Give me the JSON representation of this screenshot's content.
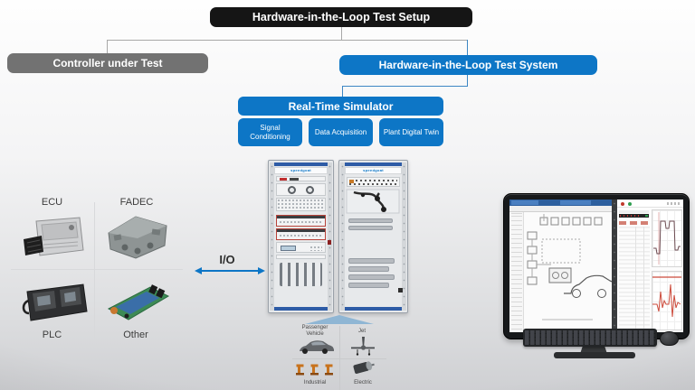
{
  "diagram": {
    "root_label": "Hardware-in-the-Loop Test Setup",
    "controller_label": "Controller under Test",
    "system_label": "Hardware-in-the-Loop Test System",
    "simulator_label": "Real-Time Simulator",
    "components": [
      {
        "label": "Signal Conditioning"
      },
      {
        "label": "Data Acquisition"
      },
      {
        "label": "Plant Digital Twin"
      }
    ]
  },
  "controllers": {
    "items": [
      {
        "label": "ECU"
      },
      {
        "label": "FADEC"
      },
      {
        "label": "PLC"
      },
      {
        "label": "Other"
      }
    ]
  },
  "io": {
    "label": "I/O"
  },
  "racks": {
    "brand": "speedgoat"
  },
  "applications": [
    {
      "label": "Passenger Vehicle"
    },
    {
      "label": "Jet"
    },
    {
      "label": "Industrial"
    },
    {
      "label": "Electric"
    }
  ],
  "colors": {
    "accent_blue": "#0d76c6",
    "box_black": "#151515",
    "box_gray": "#727272",
    "triangle_blue": "#8fb6d4",
    "plot_red": "#cc4a3a"
  }
}
